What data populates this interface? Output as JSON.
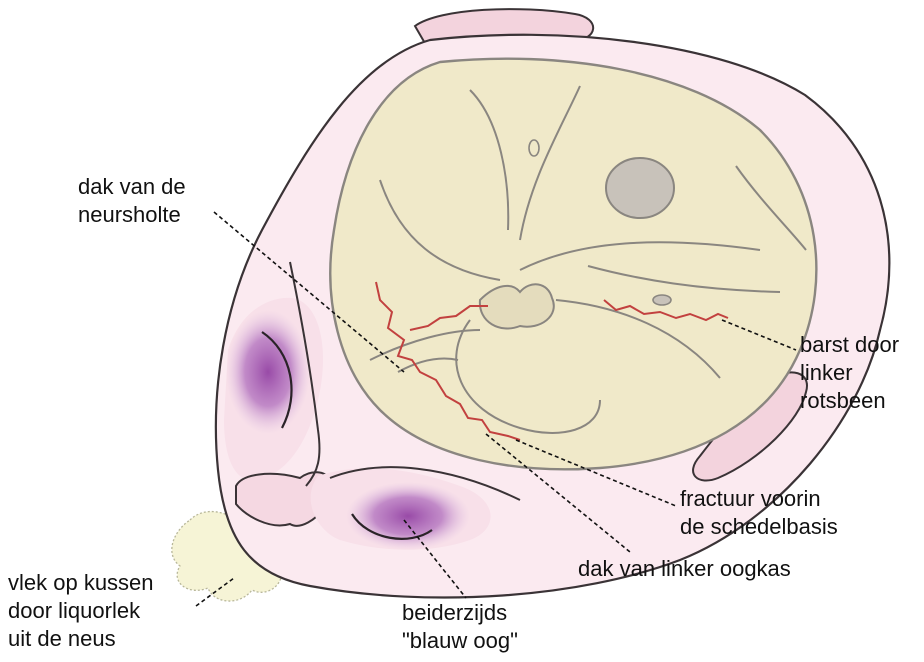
{
  "labels": {
    "roof_nasal": [
      "dak van de",
      "neursholte"
    ],
    "crack_petrous": [
      "barst door",
      "linker",
      "rotsbeen"
    ],
    "fracture_base": [
      "fractuur voorin",
      "de schedelbasis"
    ],
    "roof_orbit": [
      "dak van linker oogkas"
    ],
    "csf_stain": [
      "vlek op kussen",
      "door liquorlek",
      "uit de neus"
    ],
    "black_eyes": [
      "beiderzijds",
      "\"blauw oog\""
    ]
  },
  "colors": {
    "skin": "#fbeaf0",
    "skin_outline": "#3a3336",
    "skull_base": "#f0e9c9",
    "fracture": "#c2413f",
    "bruise": "#9b4fa8",
    "stain": "#f6f4d6",
    "leader": "#111111"
  }
}
